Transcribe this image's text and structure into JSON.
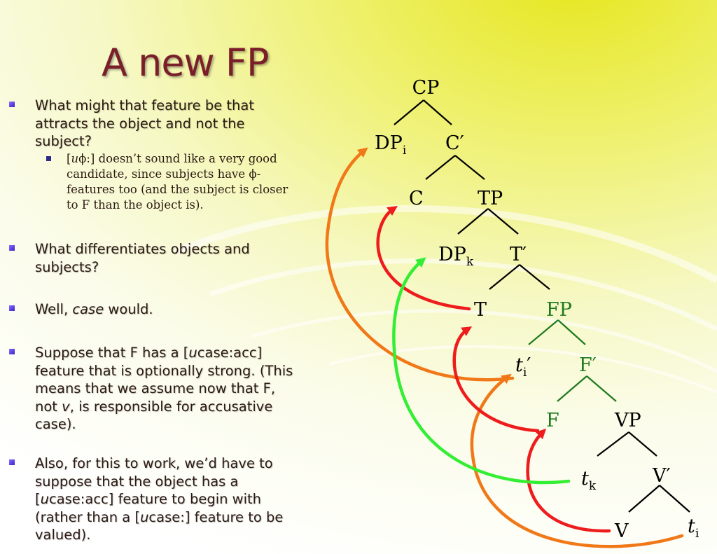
{
  "slide": {
    "title": "A new FP",
    "bullets": [
      {
        "text": "What might that feature be that attracts the object and not the subject?",
        "sub": {
          "pre": "[",
          "u": "u",
          "phi": "ϕ",
          "mid": ":] doesn’t sound like a very good candidate, since subjects have ",
          "phi2": "ϕ",
          "post": "-features too (and the subject is closer to F than the object is)."
        }
      },
      {
        "text": "What differentiates objects and subjects?"
      },
      {
        "pre": "Well, ",
        "em": "case",
        "post": " would."
      },
      {
        "p1": "Suppose that F has a [",
        "u1": "u",
        "p2": "case:acc] feature that is optionally strong. (This means that we assume now that F, not ",
        "v": "v",
        "p3": ", is responsible for accusative case)."
      },
      {
        "p1": "Also, for this to work, we’d have to suppose that the object has a [",
        "u1": "u",
        "p2": "case:acc] feature to begin with (rather than a [",
        "u2": "u",
        "p3": "case:] feature to be valued)."
      }
    ]
  },
  "tree": {
    "labels": {
      "cp": "CP",
      "dp": "DP",
      "dp_sub": "i",
      "cbar": "C′",
      "c": "C",
      "tp": "TP",
      "dpk": "DP",
      "dpk_sub": "k",
      "tbar": "T′",
      "t": "T",
      "fp": "FP",
      "ti1": "t",
      "ti1_sub": "i",
      "ti1_prime": "′",
      "fbar": "F′",
      "f": "F",
      "vp": "VP",
      "tk": "t",
      "tk_sub": "k",
      "vbar": "V′",
      "v": "V",
      "ti2": "t",
      "ti2_sub": "i"
    },
    "colors": {
      "text": "#000000",
      "f_projection": "#1e7a1e",
      "arrow_orange": "#f07818",
      "arrow_red": "#ee1c1c",
      "arrow_green": "#33ee33"
    }
  }
}
